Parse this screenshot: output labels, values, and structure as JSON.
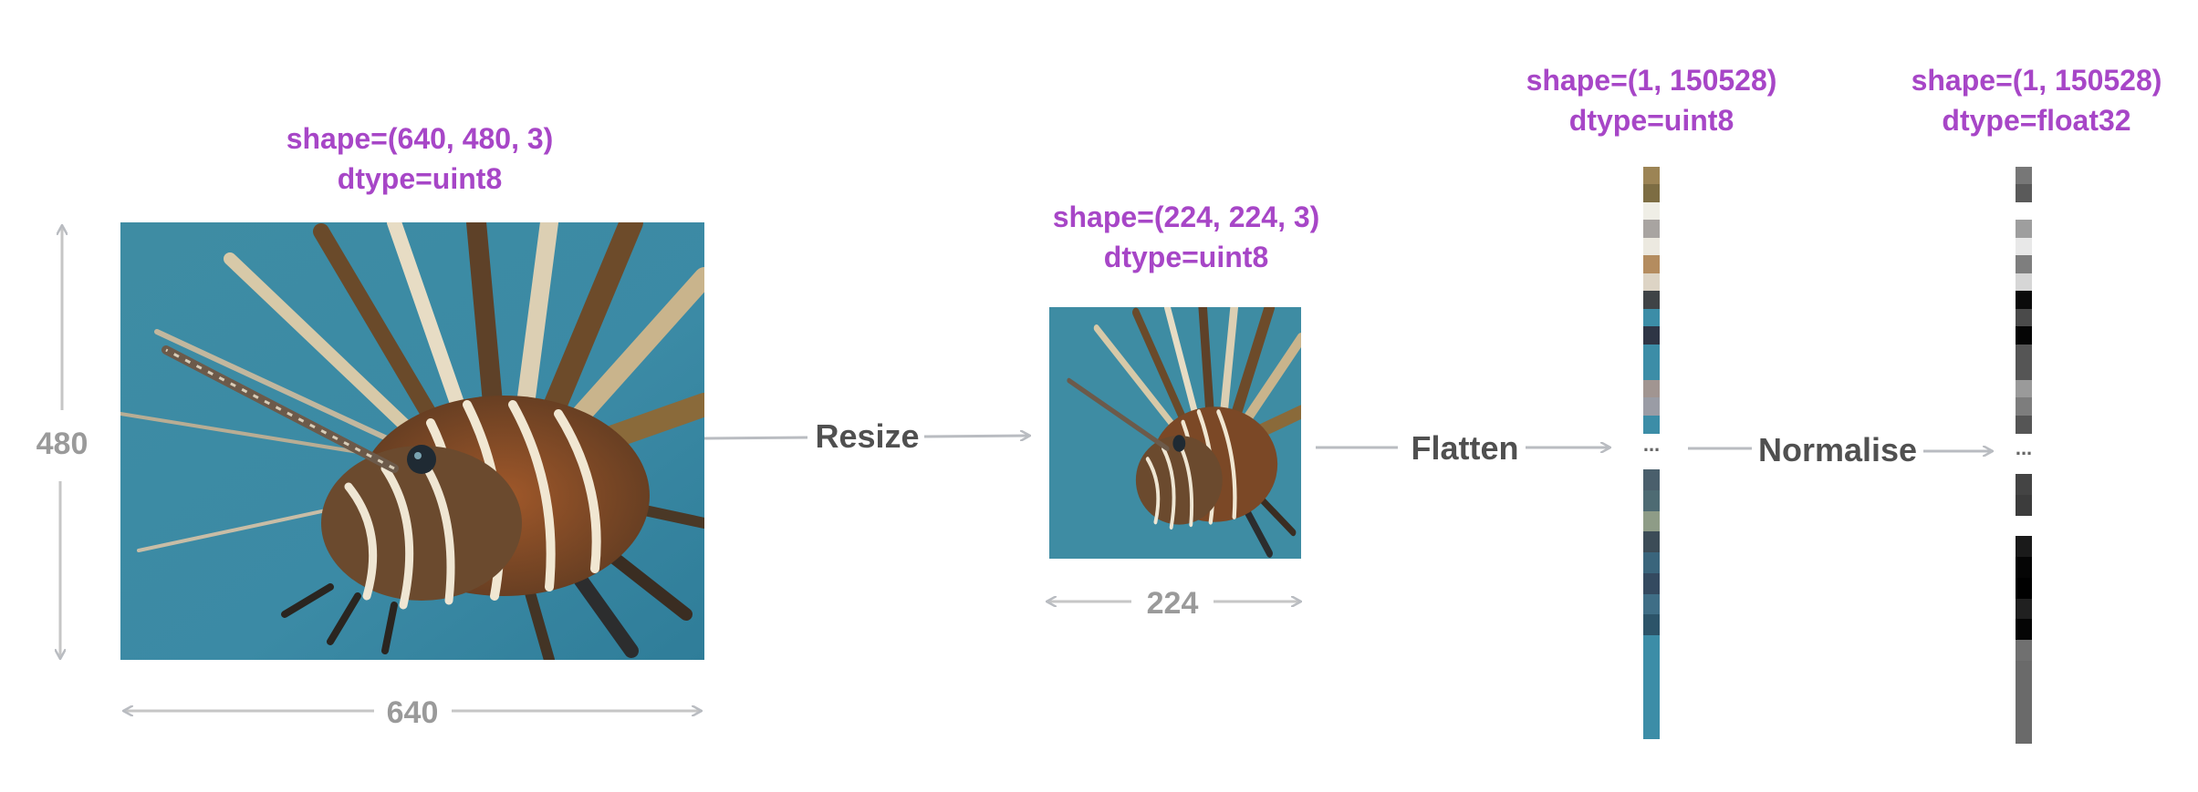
{
  "original": {
    "shape": "shape=(640, 480, 3)",
    "dtype": "dtype=uint8",
    "width_label": "640",
    "height_label": "480"
  },
  "resize": {
    "label": "Resize",
    "shape": "shape=(224, 224, 3)",
    "dtype": "dtype=uint8",
    "width_label": "224"
  },
  "flatten": {
    "label": "Flatten",
    "shape": "shape=(1, 150528)",
    "dtype": "dtype=uint8",
    "ellipsis": "...",
    "colors": [
      "#9c8455",
      "#7d6d43",
      "#efeee6",
      "#a8a4a1",
      "#ece9e0",
      "#b48c5f",
      "#ddd4c5",
      "#3f4346",
      "#3c8da7",
      "#2e3545",
      "#3c8da7",
      "#3c8da7",
      "#a19591",
      "#9a9ca5",
      "#3c8da7"
    ],
    "colors_lower": [
      "#4a5f6c",
      "#4e6b73",
      "#8e9c87",
      "#3c4c57",
      "#3a657c",
      "#344a60",
      "#3f6e86",
      "#2c5469",
      "#3c8da7",
      "#3c8da7",
      "#3c8da7",
      "#3c8da7",
      "#3c8da7"
    ]
  },
  "normalise": {
    "label": "Normalise",
    "shape": "shape=(1, 150528)",
    "dtype": "dtype=float32",
    "ellipsis": "...",
    "colors": [
      "#777777",
      "#5a5a5a",
      "#ffffff",
      "#9e9e9e",
      "#e8e8e8",
      "#7e7e7e",
      "#d6d6d6",
      "#0b0b0b",
      "#4a4a4a",
      "#050505",
      "#555555",
      "#555555",
      "#9a9a9a",
      "#7d7d7d",
      "#555555"
    ],
    "colors_lower": [
      "#444444",
      "#3c3c3c",
      "#ffffff",
      "#1a1a1a",
      "#050505",
      "#000000",
      "#202020",
      "#050505",
      "#707070",
      "#6a6a6a",
      "#6a6a6a",
      "#6a6a6a",
      "#6a6a6a"
    ]
  }
}
